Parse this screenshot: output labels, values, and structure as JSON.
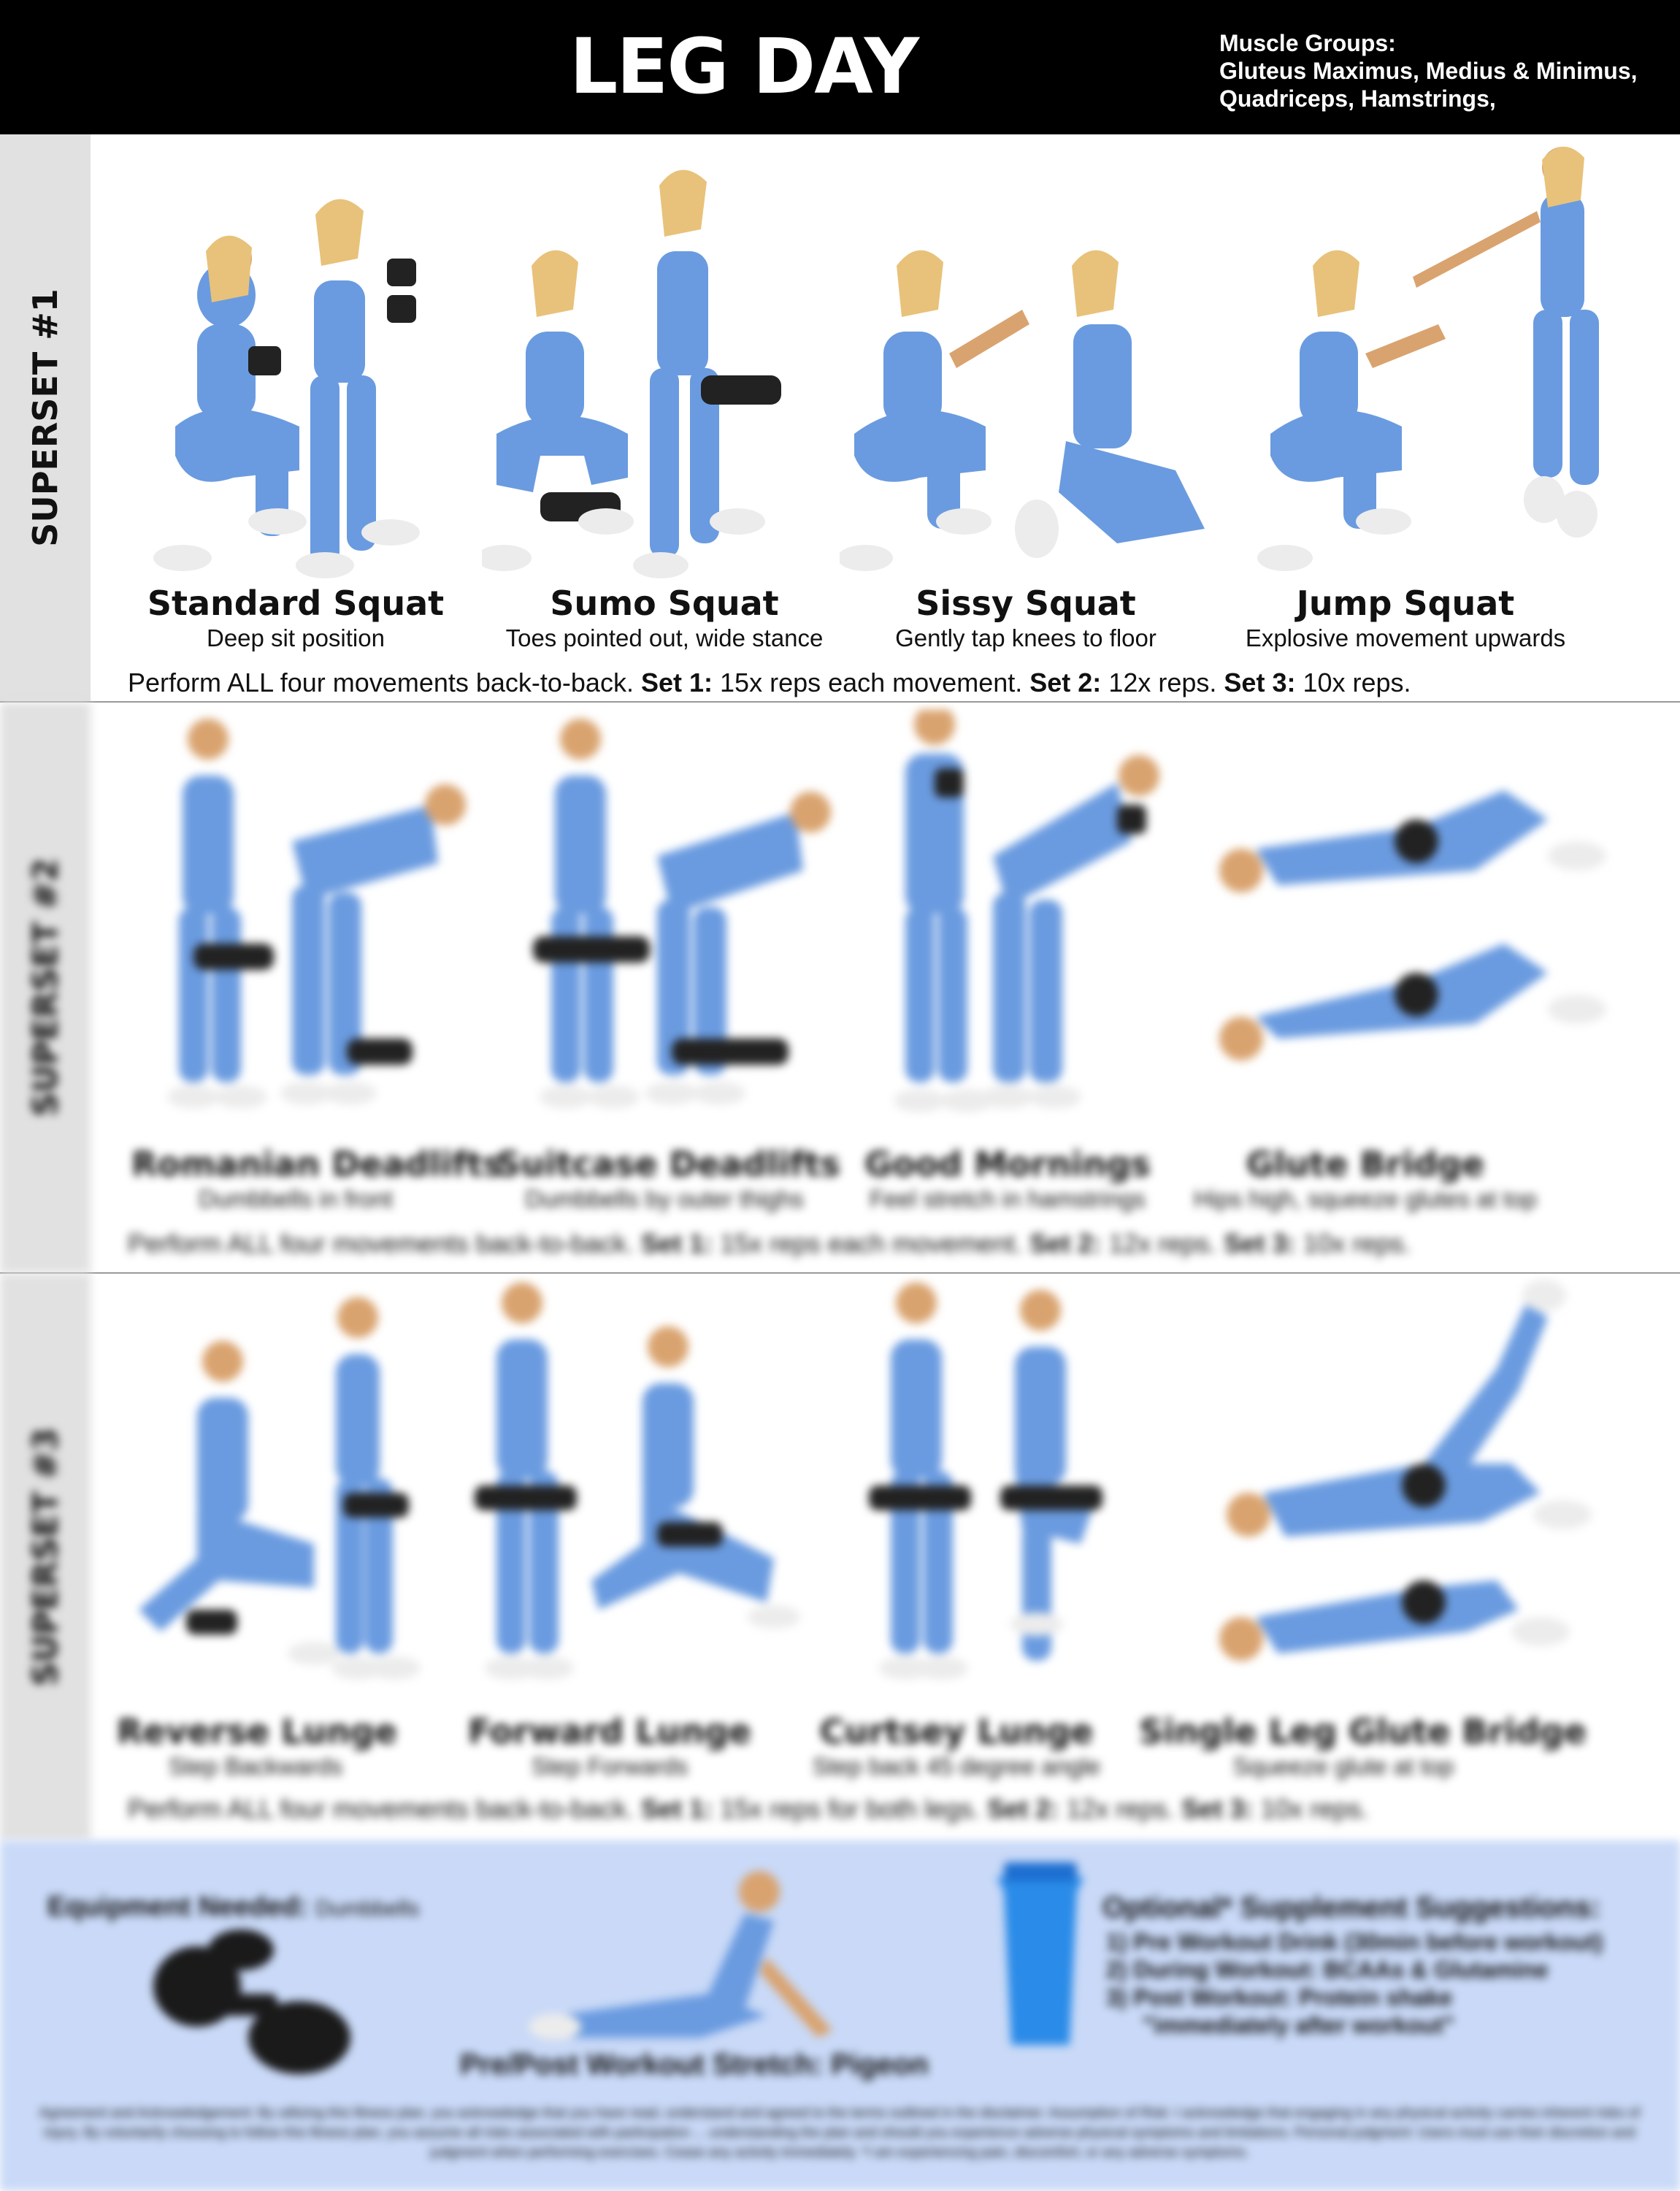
{
  "header": {
    "title": "LEG DAY",
    "muscle_groups_label": "Muscle Groups:",
    "muscle_groups_line1": "Gluteus Maximus, Medius & Minimus,",
    "muscle_groups_line2": "Quadriceps, Hamstrings,"
  },
  "superset1": {
    "label": "SUPERSET #1",
    "exercises": [
      {
        "name": "Standard Squat",
        "note": "Deep sit position"
      },
      {
        "name": "Sumo Squat",
        "note": "Toes pointed out, wide stance"
      },
      {
        "name": "Sissy Squat",
        "note": "Gently tap knees to floor"
      },
      {
        "name": "Jump Squat",
        "note": "Explosive movement upwards"
      }
    ],
    "instructions": {
      "lead": "Perform ALL four movements back-to-back.",
      "set1_label": "Set 1:",
      "set1_text": "15x reps each movement.",
      "set2_label": "Set 2:",
      "set2_text": "12x reps.",
      "set3_label": "Set 3:",
      "set3_text": "10x reps."
    }
  },
  "superset2": {
    "label": "SUPERSET #2",
    "exercises": [
      {
        "name": "Romanian Deadlifts",
        "note": "Dumbbells in front"
      },
      {
        "name": "Suitcase Deadlifts",
        "note": "Dumbbells by outer thighs"
      },
      {
        "name": "Good Mornings",
        "note": "Feel stretch in hamstrings"
      },
      {
        "name": "Glute Bridge",
        "note": "Hips high, squeeze glutes at top"
      }
    ],
    "instructions": {
      "lead": "Perform ALL four movements back-to-back.",
      "set1_label": "Set 1:",
      "set1_text": "15x reps each movement.",
      "set2_label": "Set 2:",
      "set2_text": "12x reps.",
      "set3_label": "Set 3:",
      "set3_text": "10x reps."
    }
  },
  "superset3": {
    "label": "SUPERSET #3",
    "exercises": [
      {
        "name": "Reverse Lunge",
        "note": "Step Backwards"
      },
      {
        "name": "Forward Lunge",
        "note": "Step Forwards"
      },
      {
        "name": "Curtsey Lunge",
        "note": "Step back 45 degree angle"
      },
      {
        "name": "Single Leg Glute Bridge",
        "note": "Squeeze glute at top"
      }
    ],
    "instructions": {
      "lead": "Perform ALL four movements back-to-back.",
      "set1_label": "Set 1:",
      "set1_text": "15x reps for both legs.",
      "set2_label": "Set 2:",
      "set2_text": "12x reps.",
      "set3_label": "Set 3:",
      "set3_text": "10x reps."
    }
  },
  "bottom": {
    "equipment_label": "Equipment Needed:",
    "equipment_value": "Dumbbells",
    "stretch_label": "Pre/Post Workout Stretch: Pigeon",
    "supplement_title": "Optional* Supplement Suggestions:",
    "supplements": [
      "1) Pre Workout Drink (30min before workout)",
      "2) During Workout: BCAAs & Glutamine",
      "3) Post Workout: Protein shake",
      "\"immediately after workout\""
    ],
    "disclaimer": "Agreement and Acknowledgement: By utilizing this fitness plan, you acknowledge that you have read, understand and agreed to the terms outlined in the disclaimer. Assumption of Risk: I acknowledge that engaging in any physical activity carries inherent risks of injury. By voluntarily choosing to follow this fitness plan, you assume all risks associated with participation ... understanding the plan and should you experience adverse physical symptoms and limitations. Personal judgment: Users must use their discretion and judgment when performing exercises. Cease any activity immediately. *I am experiencing pain, discomfort, or any adverse symptoms."
  },
  "colors": {
    "header_bg": "#000000",
    "side_band": "#e1e1e1",
    "outfit_blue": "#6a9be0",
    "bottom_panel": "#c9d9f7"
  }
}
